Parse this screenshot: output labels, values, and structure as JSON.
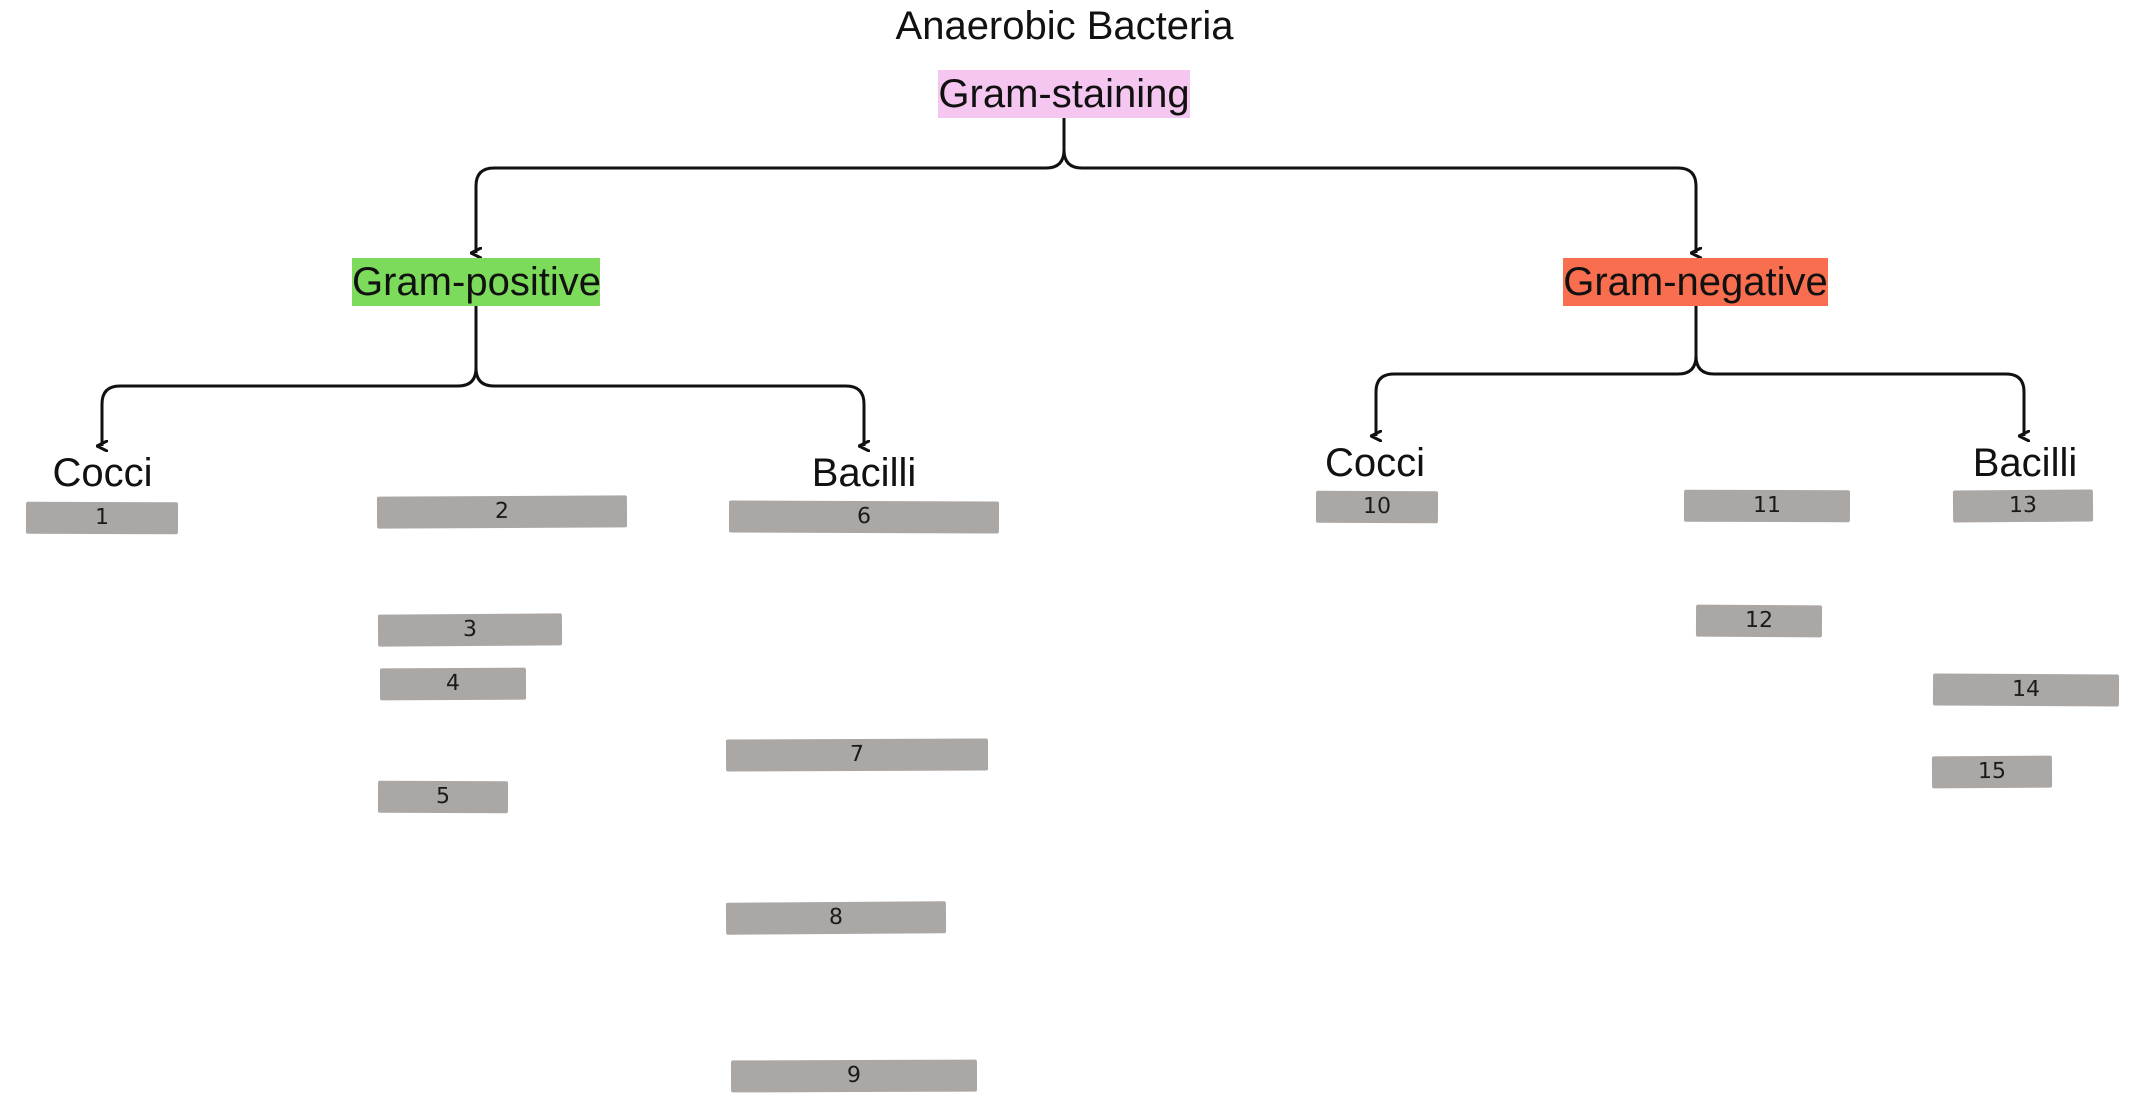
{
  "title": "Anaerobic Bacteria",
  "root": {
    "label": "Gram-staining",
    "color": "#f5c6ef"
  },
  "branches": {
    "positive": {
      "label": "Gram-positive",
      "color": "#7cdb5a",
      "cocci_label": "Cocci",
      "bacilli_label": "Bacilli"
    },
    "negative": {
      "label": "Gram-negative",
      "color": "#f96e4f",
      "cocci_label": "Cocci",
      "bacilli_label": "Bacilli"
    }
  },
  "placeholder_color": "#aba7a5",
  "placeholders": [
    "1",
    "2",
    "3",
    "4",
    "5",
    "6",
    "7",
    "8",
    "9",
    "10",
    "11",
    "12",
    "13",
    "14",
    "15"
  ]
}
